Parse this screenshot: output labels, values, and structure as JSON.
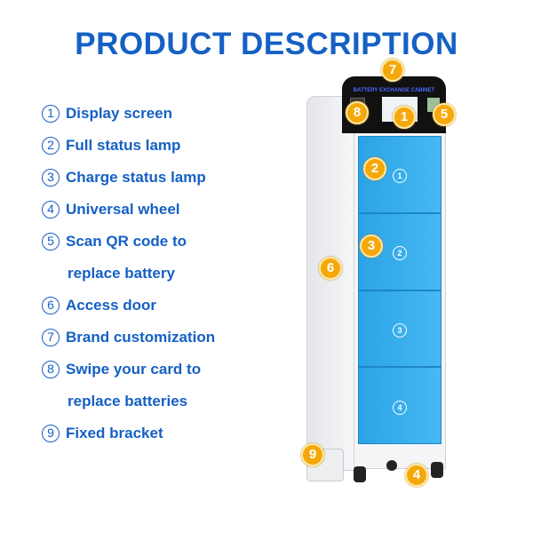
{
  "title": "PRODUCT DESCRIPTION",
  "features": [
    {
      "num": "1",
      "label": "Display screen"
    },
    {
      "num": "2",
      "label": "Full status lamp"
    },
    {
      "num": "3",
      "label": "Charge status lamp"
    },
    {
      "num": "4",
      "label": "Universal wheel"
    },
    {
      "num": "5",
      "label": "Scan QR code to",
      "cont": "replace battery"
    },
    {
      "num": "6",
      "label": "Access door"
    },
    {
      "num": "7",
      "label": "Brand customization"
    },
    {
      "num": "8",
      "label": "Swipe your card to",
      "cont": "replace batteries"
    },
    {
      "num": "9",
      "label": "Fixed bracket"
    }
  ],
  "cabinet": {
    "brand_text": "BATTERY EXCHANGE CABINET",
    "doors": [
      "1",
      "2",
      "3",
      "4"
    ],
    "door_color": "#2aa3e6",
    "badge_color": "#f5a80a"
  }
}
